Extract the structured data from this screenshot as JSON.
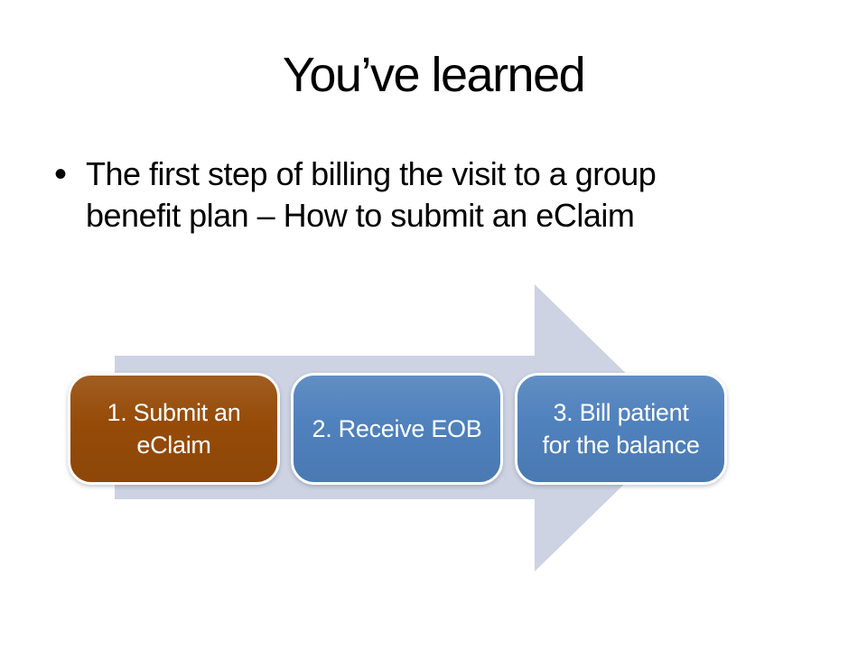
{
  "slide": {
    "title": "You’ve learned",
    "bullet": {
      "marker": "•",
      "text": "The first step of billing the visit to a group\nbenefit plan – How to submit an eClaim"
    },
    "process": {
      "arrow_color": "#CDD3E3",
      "steps": [
        {
          "label": "1. Submit an\neClaim",
          "color": "#964B08"
        },
        {
          "label": "2. Receive EOB",
          "color": "#4F81BD"
        },
        {
          "label": "3. Bill patient\nfor the balance",
          "color": "#4F81BD"
        }
      ]
    },
    "colors": {
      "background": "#FFFFFF",
      "title_text": "#000000",
      "body_text": "#000000",
      "step_text": "#FFFFFF"
    }
  }
}
